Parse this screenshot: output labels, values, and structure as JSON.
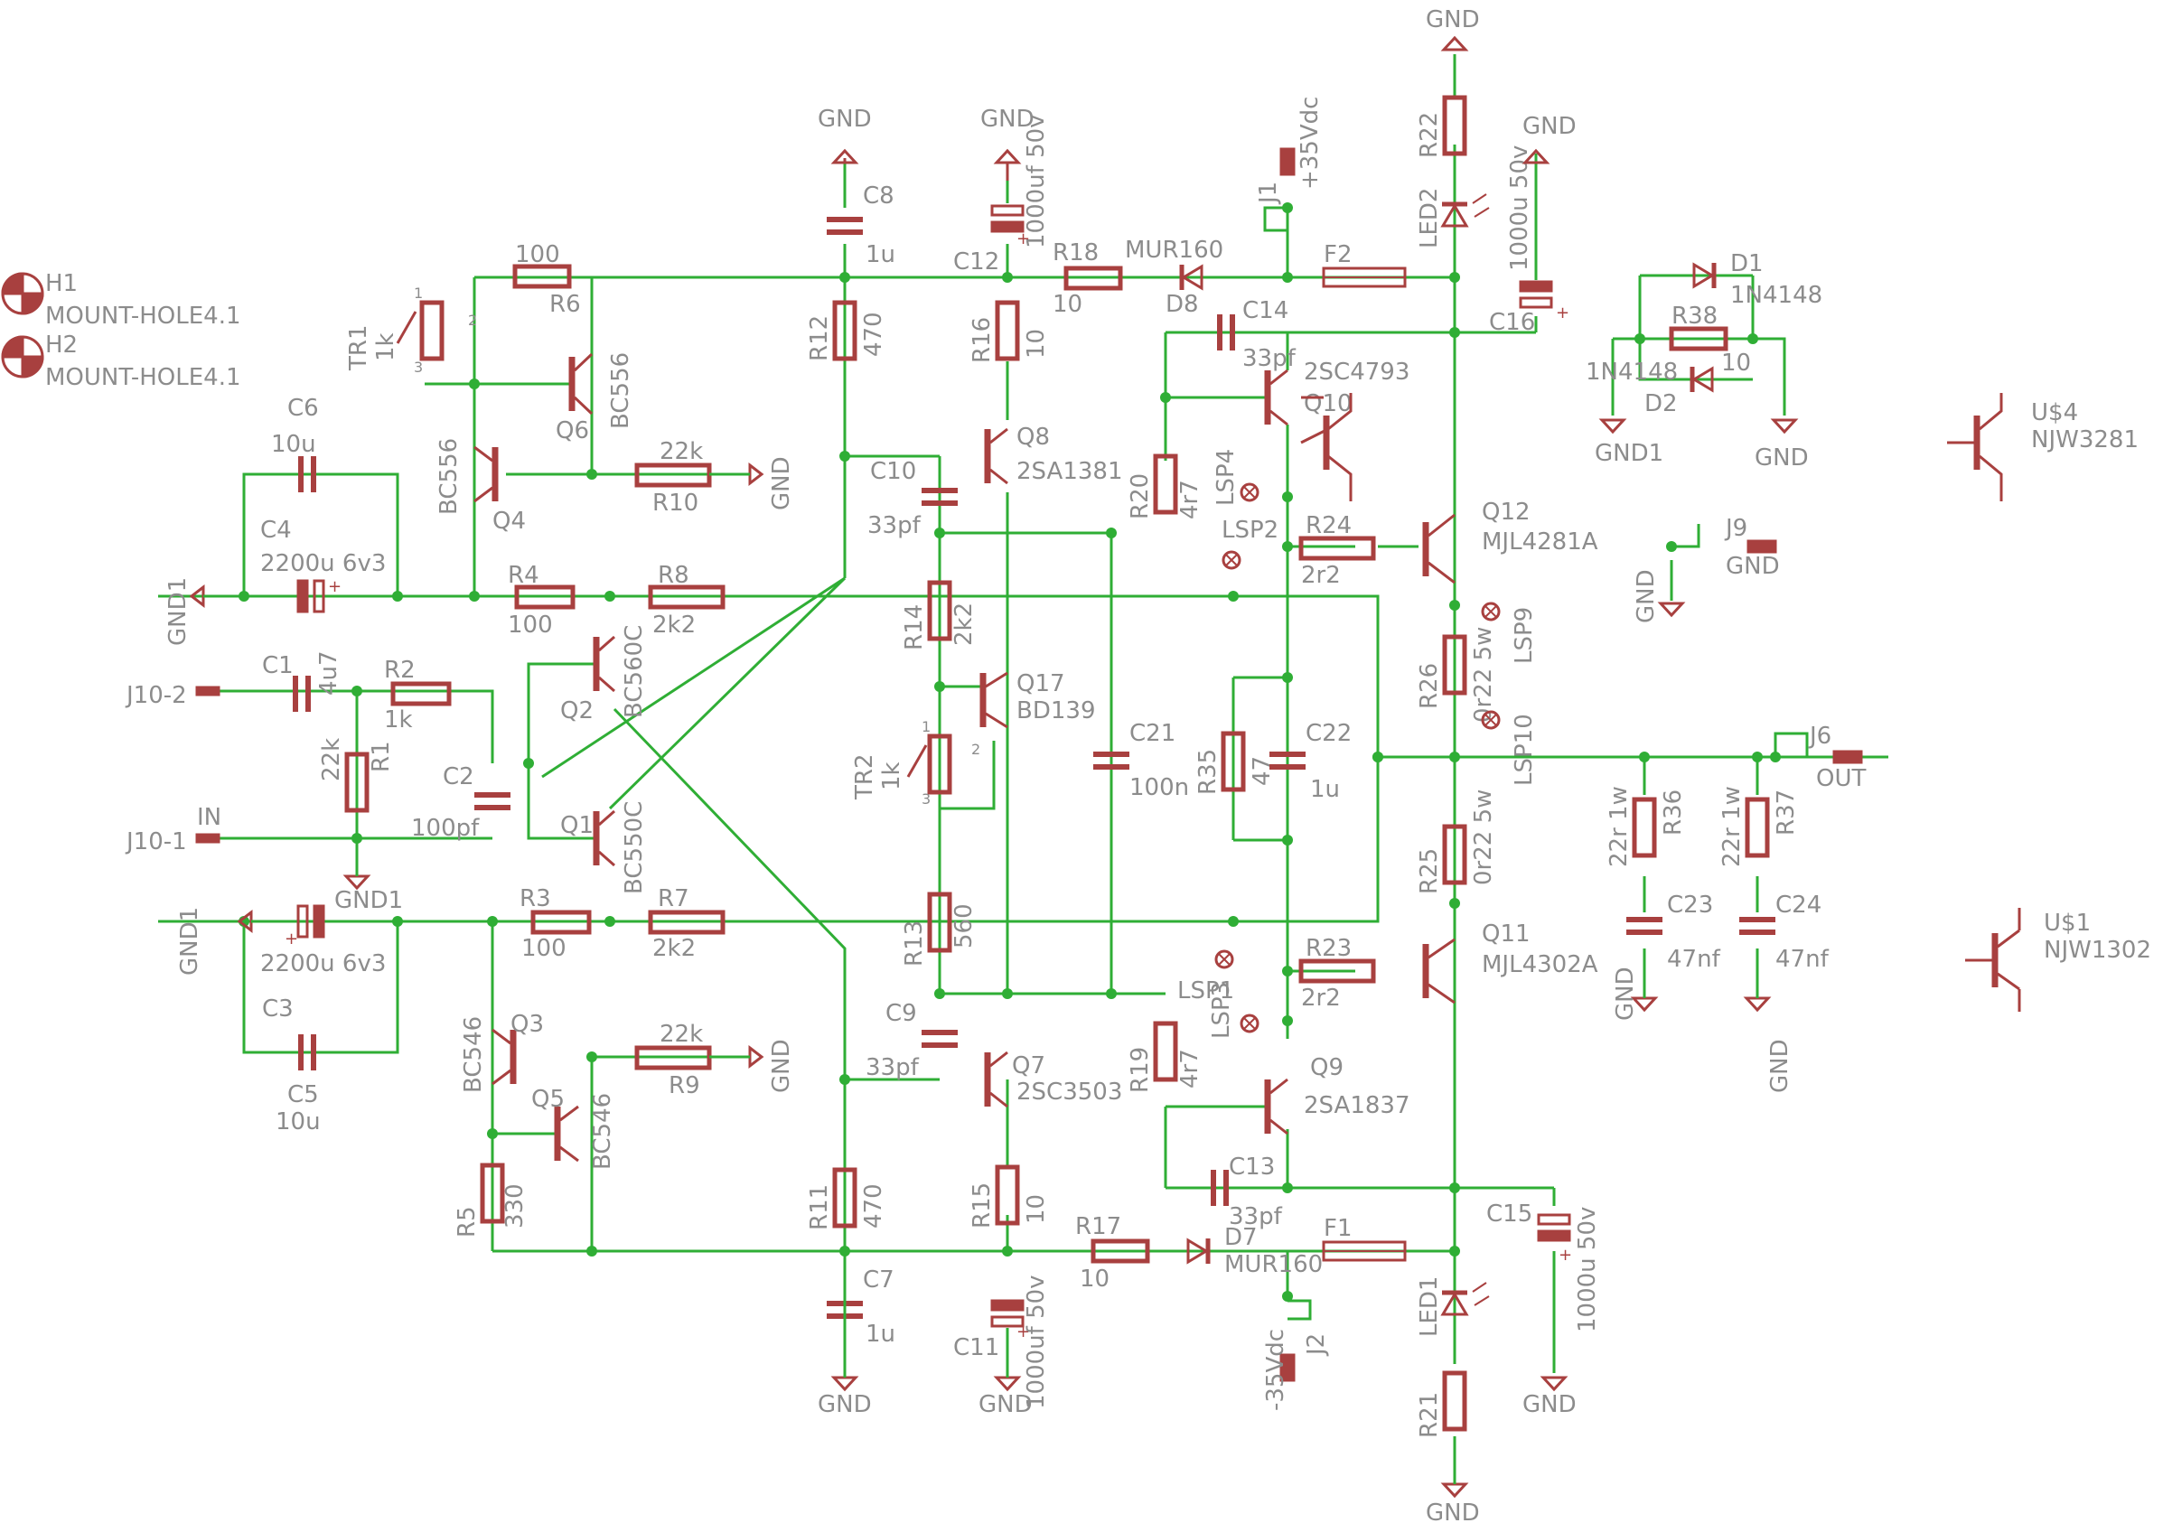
{
  "schematic": {
    "colors": {
      "wire": "#2fae35",
      "part": "#a8403f",
      "text": "#8c8c8c"
    },
    "mount_holes": [
      {
        "ref": "H1",
        "value": "MOUNT-HOLE4.1"
      },
      {
        "ref": "H2",
        "value": "MOUNT-HOLE4.1"
      }
    ],
    "resistors": [
      {
        "ref": "R1",
        "value": "22k"
      },
      {
        "ref": "R2",
        "value": "1k"
      },
      {
        "ref": "R3",
        "value": "100"
      },
      {
        "ref": "R4",
        "value": "100"
      },
      {
        "ref": "R5",
        "value": "330"
      },
      {
        "ref": "R6",
        "value": "100"
      },
      {
        "ref": "R7",
        "value": "2k2"
      },
      {
        "ref": "R8",
        "value": "2k2"
      },
      {
        "ref": "R9",
        "value": "22k"
      },
      {
        "ref": "R10",
        "value": "22k"
      },
      {
        "ref": "R11",
        "value": "470"
      },
      {
        "ref": "R12",
        "value": "470"
      },
      {
        "ref": "R13",
        "value": "560"
      },
      {
        "ref": "R14",
        "value": "2k2"
      },
      {
        "ref": "R15",
        "value": "10"
      },
      {
        "ref": "R16",
        "value": "10"
      },
      {
        "ref": "R17",
        "value": "10"
      },
      {
        "ref": "R18",
        "value": "10"
      },
      {
        "ref": "R19",
        "value": "4r7"
      },
      {
        "ref": "R20",
        "value": "4r7"
      },
      {
        "ref": "R21",
        "value": ""
      },
      {
        "ref": "R22",
        "value": ""
      },
      {
        "ref": "R23",
        "value": "2r2"
      },
      {
        "ref": "R24",
        "value": "2r2"
      },
      {
        "ref": "R25",
        "value": "0r22 5w"
      },
      {
        "ref": "R26",
        "value": "0r22 5w"
      },
      {
        "ref": "R35",
        "value": "47"
      },
      {
        "ref": "R36",
        "value": "22r 1w"
      },
      {
        "ref": "R37",
        "value": "22r 1w"
      },
      {
        "ref": "R38",
        "value": "10"
      }
    ],
    "capacitors": [
      {
        "ref": "C1",
        "value": "4u7"
      },
      {
        "ref": "C2",
        "value": "100pf"
      },
      {
        "ref": "C3",
        "value": "2200u 6v3"
      },
      {
        "ref": "C4",
        "value": "2200u 6v3"
      },
      {
        "ref": "C5",
        "value": "10u"
      },
      {
        "ref": "C6",
        "value": "10u"
      },
      {
        "ref": "C7",
        "value": "1u"
      },
      {
        "ref": "C8",
        "value": "1u"
      },
      {
        "ref": "C9",
        "value": "33pf"
      },
      {
        "ref": "C10",
        "value": "33pf"
      },
      {
        "ref": "C11",
        "value": "1000uf 50v"
      },
      {
        "ref": "C12",
        "value": "1000uf 50v"
      },
      {
        "ref": "C13",
        "value": "33pf"
      },
      {
        "ref": "C14",
        "value": "33pf"
      },
      {
        "ref": "C15",
        "value": "1000u 50v"
      },
      {
        "ref": "C16",
        "value": "1000u 50v"
      },
      {
        "ref": "C21",
        "value": "100n"
      },
      {
        "ref": "C22",
        "value": "1u"
      },
      {
        "ref": "C23",
        "value": "47nf"
      },
      {
        "ref": "C24",
        "value": "47nf"
      }
    ],
    "transistors": [
      {
        "ref": "Q1",
        "value": "BC550C"
      },
      {
        "ref": "Q2",
        "value": "BC560C"
      },
      {
        "ref": "Q3",
        "value": "BC546"
      },
      {
        "ref": "Q4",
        "value": "BC556"
      },
      {
        "ref": "Q5",
        "value": "BC546"
      },
      {
        "ref": "Q6",
        "value": "BC556"
      },
      {
        "ref": "Q7",
        "value": "2SC3503"
      },
      {
        "ref": "Q8",
        "value": "2SA1381"
      },
      {
        "ref": "Q9",
        "value": "2SA1837"
      },
      {
        "ref": "Q10",
        "value": "2SC4793"
      },
      {
        "ref": "Q11",
        "value": "MJL4302A"
      },
      {
        "ref": "Q12",
        "value": "MJL4281A"
      },
      {
        "ref": "Q17",
        "value": "BD139"
      },
      {
        "ref": "U$1",
        "value": "NJW1302"
      },
      {
        "ref": "U$4",
        "value": "NJW3281"
      }
    ],
    "trimmers": [
      {
        "ref": "TR1",
        "value": "1k"
      },
      {
        "ref": "TR2",
        "value": "1k"
      }
    ],
    "diodes": [
      {
        "ref": "D1",
        "value": "1N4148"
      },
      {
        "ref": "D2",
        "value": "1N4148"
      },
      {
        "ref": "D7",
        "value": "MUR160"
      },
      {
        "ref": "D8",
        "value": "MUR160"
      },
      {
        "ref": "LED1",
        "value": ""
      },
      {
        "ref": "LED2",
        "value": ""
      }
    ],
    "fuses": [
      "F1",
      "F2"
    ],
    "connectors": {
      "j1": "J1",
      "j1_net": "+35Vdc",
      "j2": "J2",
      "j2_net": "-35Vdc",
      "j6": "J6",
      "j6_net": "OUT",
      "j9": "J9",
      "j9_net": "GND",
      "j10_1": "J10-1",
      "j10_2": "J10-2",
      "in": "IN"
    },
    "test_points": [
      "LSP1",
      "LSP2",
      "LSP3",
      "LSP4",
      "LSP9",
      "LSP10"
    ],
    "supplies": {
      "gnd": "GND",
      "gnd1": "GND1"
    },
    "pin_numbers": {
      "p1": "1",
      "p2": "2",
      "p3": "3"
    }
  }
}
